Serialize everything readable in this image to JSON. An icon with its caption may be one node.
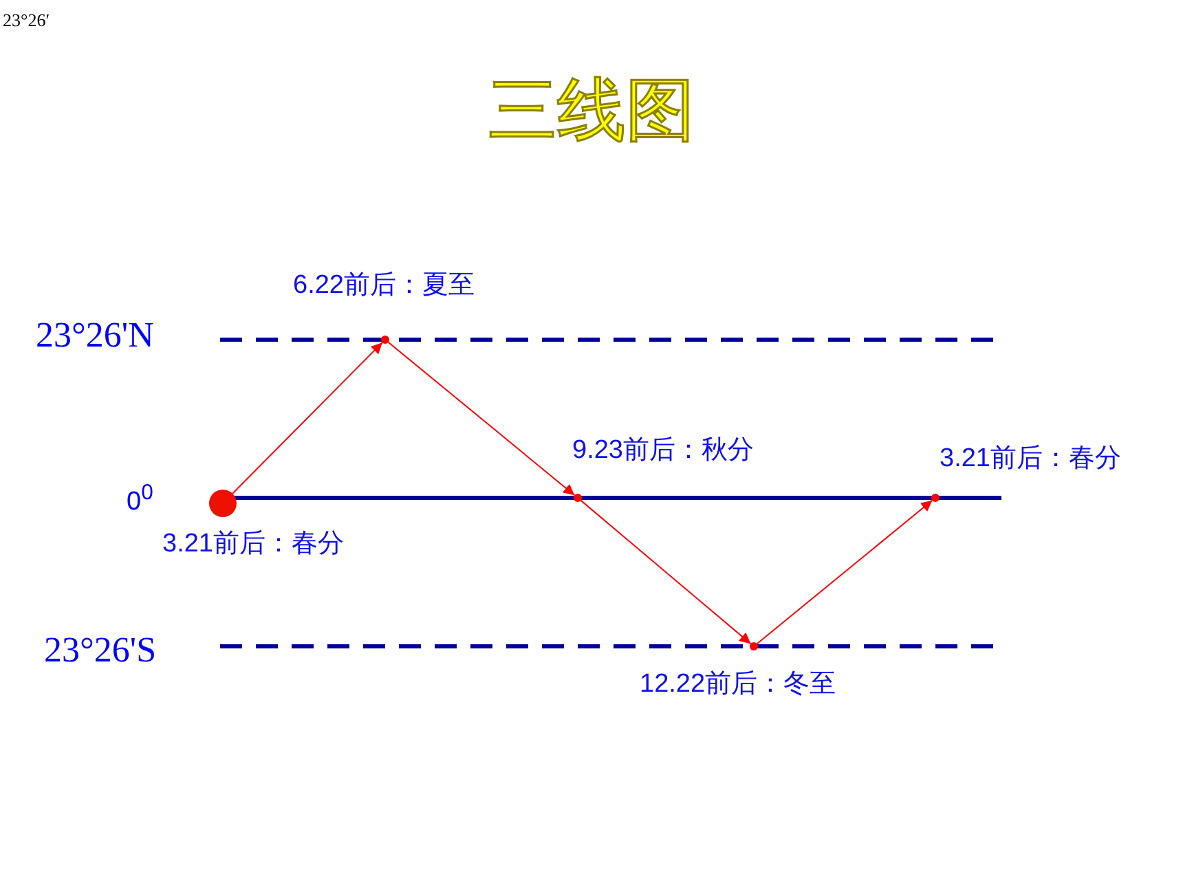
{
  "diagram": {
    "title": "三线图",
    "nodes": [
      {
        "text": [],
        "shape": "circle",
        "beside": [
          "3.21前后：春分"
        ]
      },
      {
        "text": [],
        "shape": "point",
        "beside": [
          "6.22前后：夏至"
        ]
      },
      {
        "text": [],
        "shape": "point",
        "beside": [
          "9.23前后：秋分"
        ]
      },
      {
        "text": [],
        "shape": "point",
        "beside": [
          "12.22前后：冬至"
        ]
      },
      {
        "text": [],
        "shape": "point",
        "beside": [
          "3.21前后：春分"
        ]
      }
    ],
    "edges": [
      {
        "from": 0,
        "to": 1,
        "arrow": "to"
      },
      {
        "from": 1,
        "to": 2,
        "arrow": "to"
      },
      {
        "from": 2,
        "to": 3,
        "arrow": "to"
      },
      {
        "from": 3,
        "to": 4,
        "arrow": "to"
      }
    ],
    "labels": [
      "23°26′",
      "23°26'N",
      "0$^{0}$",
      "23°26'S"
    ]
  }
}
